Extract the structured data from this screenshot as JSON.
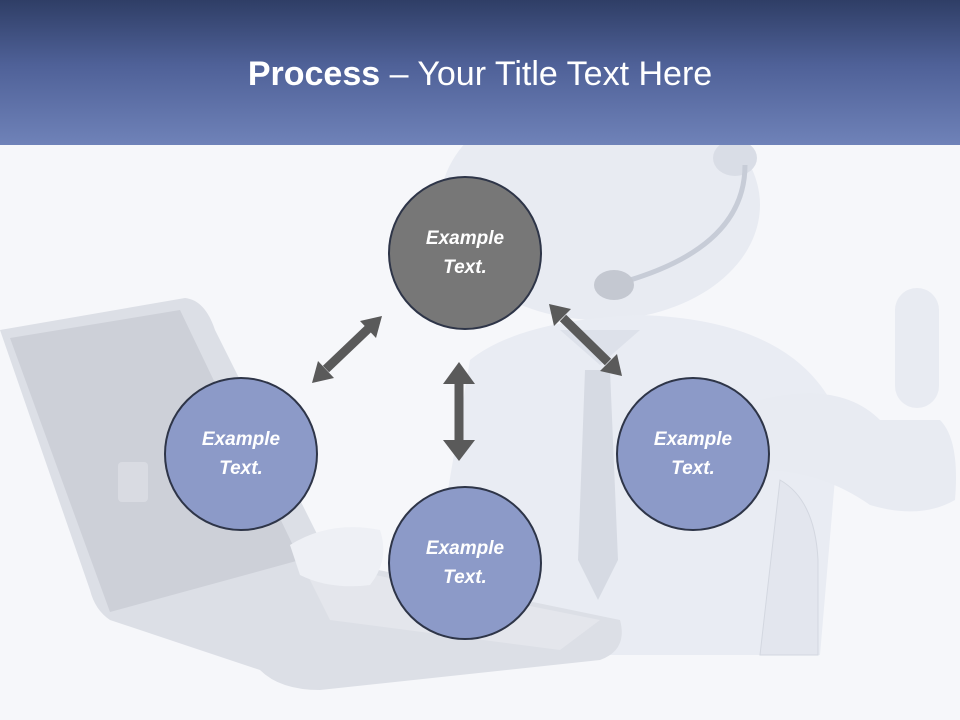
{
  "slide": {
    "title_bold": "Process",
    "title_rest": " – Your Title Text Here"
  },
  "nodes": [
    {
      "id": "top",
      "line1": "Example",
      "line2": "Text."
    },
    {
      "id": "left",
      "line1": "Example",
      "line2": "Text."
    },
    {
      "id": "bottom",
      "line1": "Example",
      "line2": "Text."
    },
    {
      "id": "right",
      "line1": "Example",
      "line2": "Text."
    }
  ],
  "colors": {
    "header_dark": "#2f3e66",
    "header_light": "#6f82b8",
    "top_circle": "#777777",
    "blue_circle": "#8c9ac8",
    "arrow": "#5a5a5a"
  },
  "icons": [
    "person-with-headset-laptop-image",
    "double-arrow-icon"
  ]
}
